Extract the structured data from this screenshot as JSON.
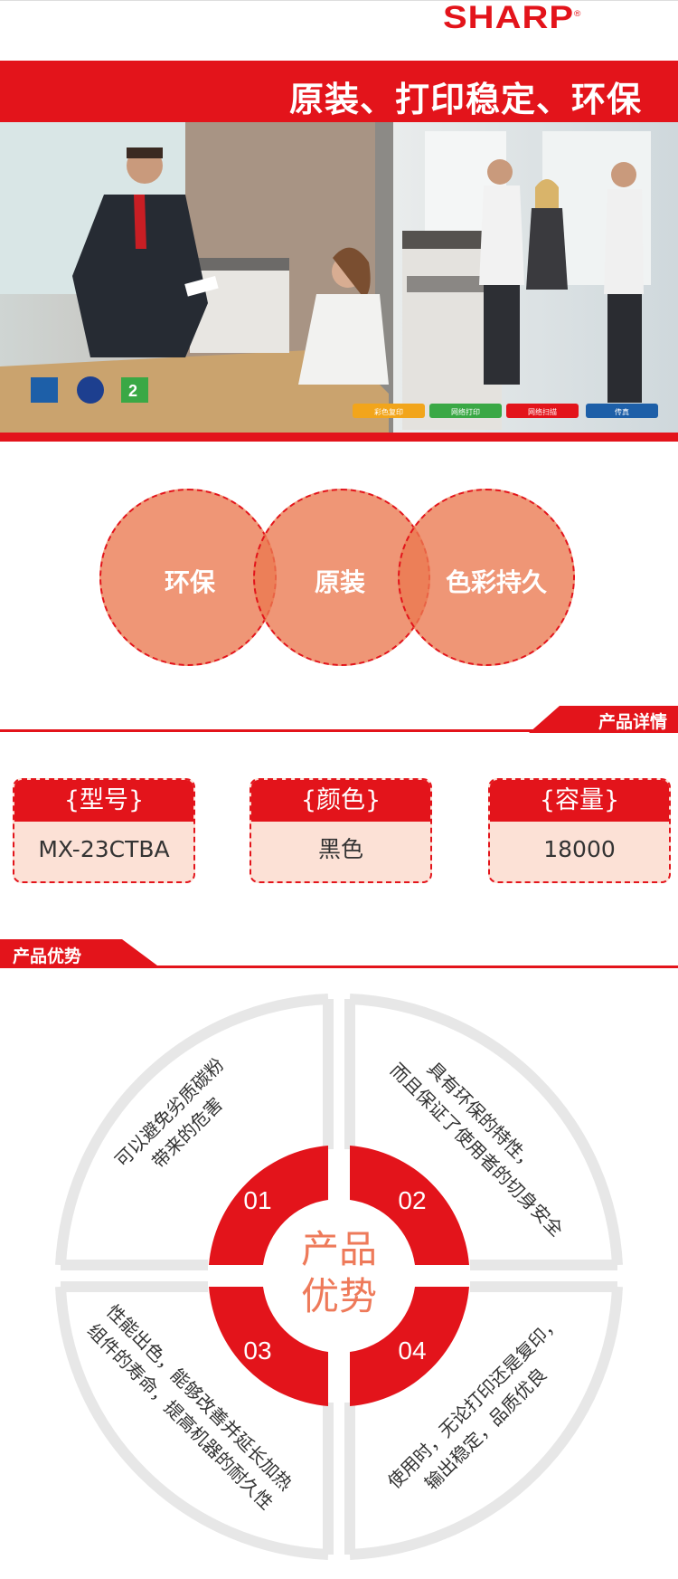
{
  "header": {
    "brand": "SHARP",
    "registered": "®"
  },
  "banner": {
    "title": "原装、打印稳定、环保"
  },
  "photo": {
    "alt_badges": [
      "2"
    ],
    "buttons": [
      "彩色复印",
      "网络打印",
      "网络扫描",
      "传真"
    ]
  },
  "venn": {
    "labels": [
      "环保",
      "原装",
      "色彩持久"
    ]
  },
  "details": {
    "section_title": "产品详情",
    "cards": [
      {
        "head": "{型号}",
        "value": "MX-23CTBA"
      },
      {
        "head": "{颜色}",
        "value": "黑色"
      },
      {
        "head": "{容量}",
        "value": "18000"
      }
    ]
  },
  "advantages": {
    "section_title": "产品优势",
    "center_line1": "产品",
    "center_line2": "优势",
    "items": [
      {
        "num": "01",
        "text1": "可以避免劣质碳粉",
        "text2": "带来的危害"
      },
      {
        "num": "02",
        "text1": "具有环保的特性，",
        "text2": "而且保证了使用者的切身安全"
      },
      {
        "num": "03",
        "text1": "性能出色，能够改善并延长加热",
        "text2": "组件的寿命，提高机器的耐久性"
      },
      {
        "num": "04",
        "text1": "使用时，无论打印还是复印，",
        "text2": "输出稳定，品质优良"
      }
    ]
  },
  "colors": {
    "brand_red": "#e3141b",
    "venn_fill": "#ec7c55",
    "card_bg": "#fce1d6"
  }
}
